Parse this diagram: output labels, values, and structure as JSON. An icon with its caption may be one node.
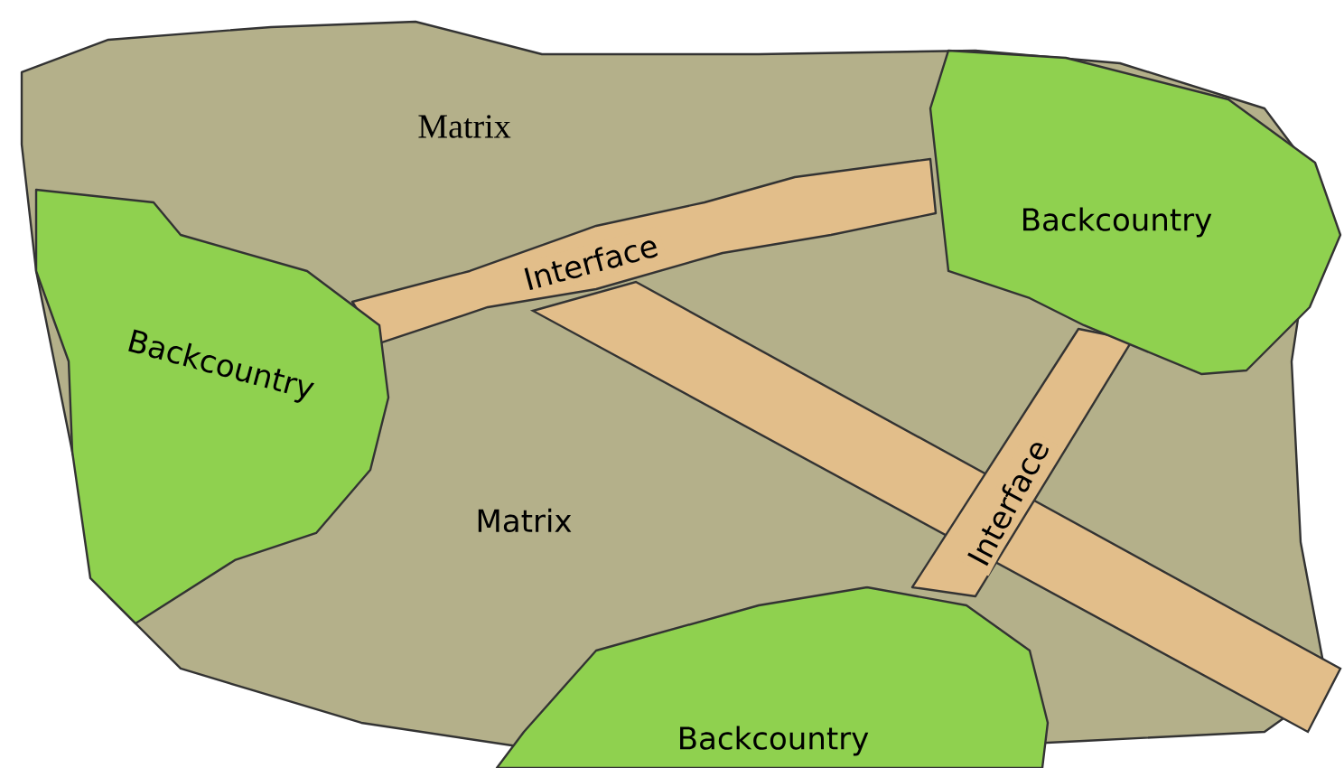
{
  "diagram": {
    "nodes": [
      {
        "text": [
          "Matrix",
          "Matrix"
        ]
      },
      {
        "text": [
          "Backcountry"
        ],
        "in": 0
      },
      {
        "text": [
          "Backcountry"
        ],
        "in": 0
      },
      {
        "text": [
          "Backcountry"
        ],
        "in": 0
      },
      {
        "text": [
          "Interface"
        ],
        "in": 0
      },
      {
        "text": [
          "Interface"
        ],
        "in": 0
      }
    ]
  }
}
